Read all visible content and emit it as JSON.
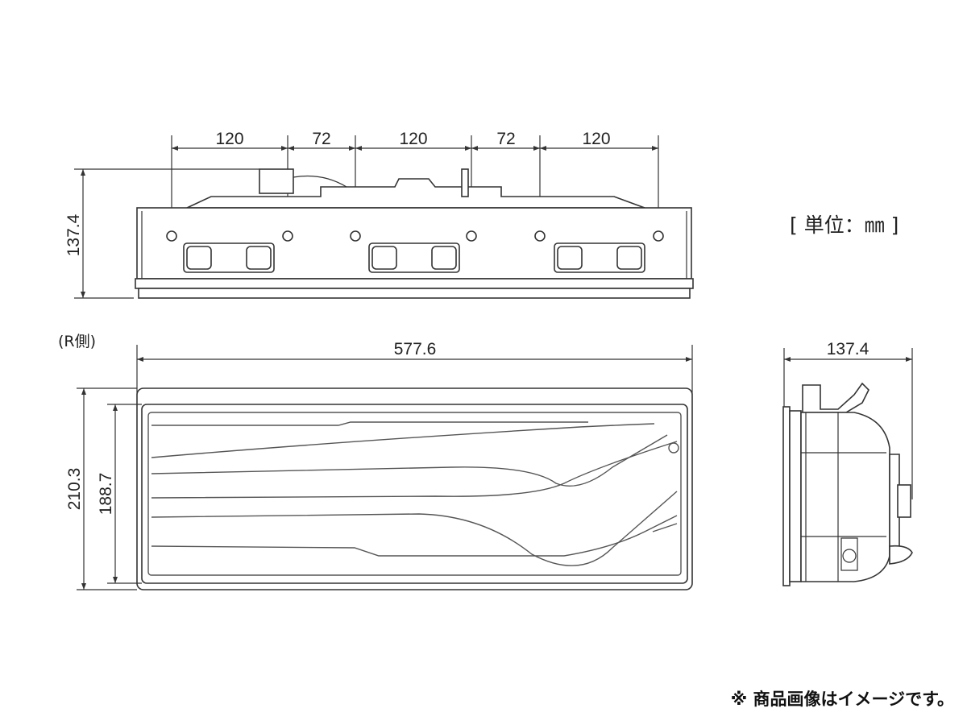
{
  "top_view": {
    "dims": [
      "120",
      "72",
      "120",
      "72",
      "120"
    ],
    "height": "137.4"
  },
  "unit_label": "[ 単位：㎜ ]",
  "front_view": {
    "side_label": "(R側)",
    "width": "577.6",
    "outer_height": "210.3",
    "inner_height": "188.7"
  },
  "side_view": {
    "depth": "137.4"
  },
  "note": "※ 商品画像はイメージです。"
}
